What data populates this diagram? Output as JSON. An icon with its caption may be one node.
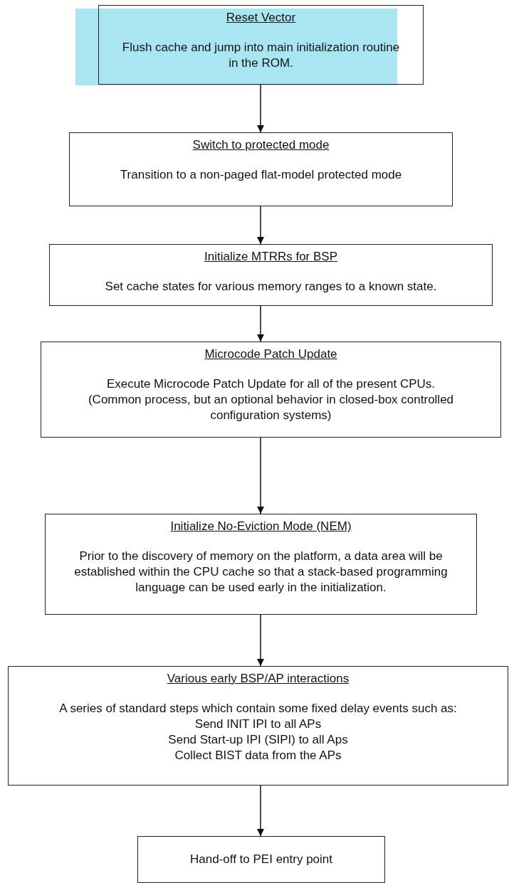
{
  "diagram": {
    "nodes": [
      {
        "text": [
          "Reset Vector",
          "Flush cache and jump into main initialization routine in the ROM."
        ]
      },
      {
        "text": [
          "Switch to protected mode",
          "Transition to a non-paged flat-model protected mode"
        ]
      },
      {
        "text": [
          "Initialize MTRRs for BSP",
          "Set cache states for various memory ranges to a known state."
        ]
      },
      {
        "text": [
          "Microcode Patch Update",
          "Execute Microcode Patch Update for all of the present CPUs.",
          "(Common process, but an optional behavior in closed-box controlled configuration systems)"
        ]
      },
      {
        "text": [
          "Initialize No-Eviction Mode (NEM)",
          "Prior to the discovery of memory on the platform, a data area will be established within the CPU cache so that a stack-based programming language can be used early in the initialization."
        ]
      },
      {
        "text": [
          "Various early BSP/AP interactions",
          "A series of standard steps which contain some fixed delay events such as:",
          "Send INIT IPI to all APs",
          "Send Start-up IPI (SIPI) to all Aps",
          "Collect BIST data from the APs"
        ]
      },
      {
        "text": [
          "Hand-off to PEI entry point"
        ]
      }
    ],
    "edges": [
      {
        "from": 0,
        "to": 1,
        "arrow": "to"
      },
      {
        "from": 1,
        "to": 2,
        "arrow": "to"
      },
      {
        "from": 2,
        "to": 3,
        "arrow": "to"
      },
      {
        "from": 3,
        "to": 4,
        "arrow": "to"
      },
      {
        "from": 4,
        "to": 5,
        "arrow": "to"
      },
      {
        "from": 5,
        "to": 6,
        "arrow": "to"
      }
    ]
  }
}
